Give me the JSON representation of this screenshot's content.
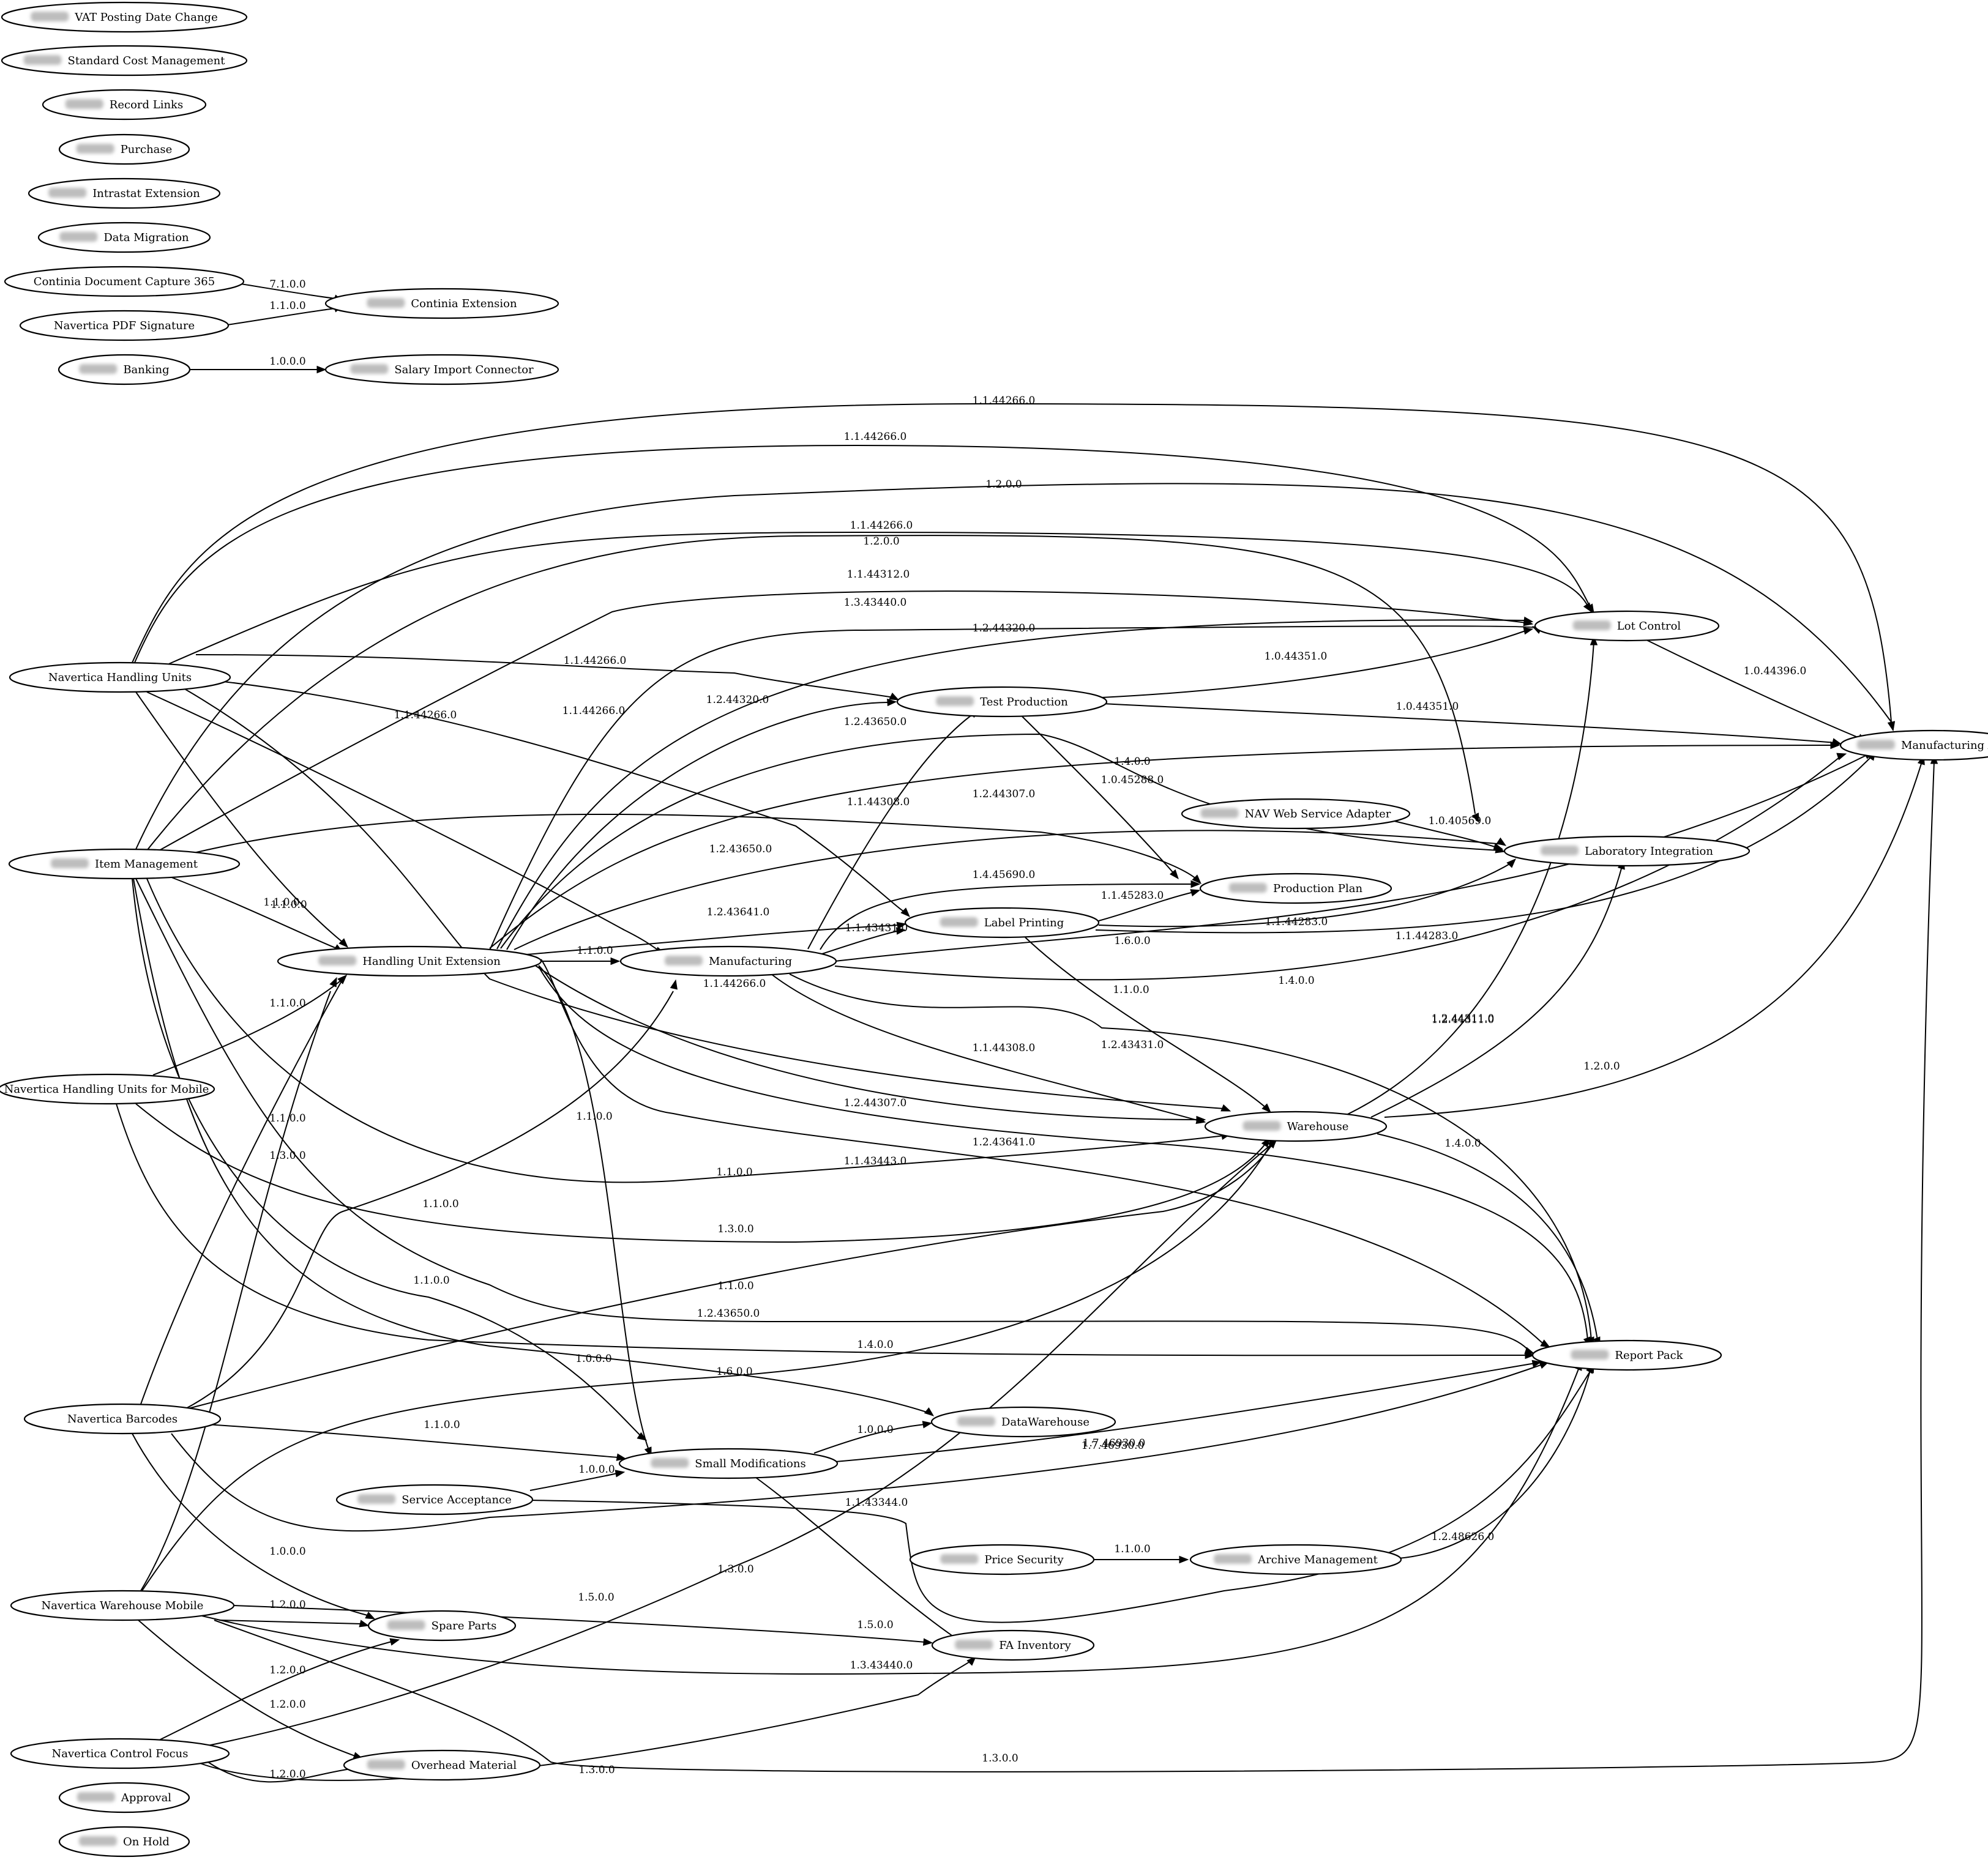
{
  "colors": {
    "background": "#ffffff",
    "stroke": "#000000",
    "redaction": "#bdbdbd"
  },
  "nodes": [
    {
      "id": "vat",
      "label": "VAT Posting Date Change",
      "redacted_prefix": true
    },
    {
      "id": "stdcost",
      "label": "Standard Cost Management",
      "redacted_prefix": true
    },
    {
      "id": "reclinks",
      "label": "Record Links",
      "redacted_prefix": true
    },
    {
      "id": "purchase",
      "label": "Purchase",
      "redacted_prefix": true
    },
    {
      "id": "intrastat",
      "label": "Intrastat Extension",
      "redacted_prefix": true
    },
    {
      "id": "datamig",
      "label": "Data Migration",
      "redacted_prefix": true
    },
    {
      "id": "continiadoc",
      "label": "Continia Document Capture 365",
      "redacted_prefix": false
    },
    {
      "id": "navpdf",
      "label": "Navertica PDF Signature",
      "redacted_prefix": false
    },
    {
      "id": "banking",
      "label": "Banking",
      "redacted_prefix": true
    },
    {
      "id": "continiaext",
      "label": "Continia Extension",
      "redacted_prefix": true
    },
    {
      "id": "salary",
      "label": "Salary Import Connector",
      "redacted_prefix": true
    },
    {
      "id": "nhu",
      "label": "Navertica Handling Units",
      "redacted_prefix": false
    },
    {
      "id": "itemmgmt",
      "label": "Item Management",
      "redacted_prefix": true
    },
    {
      "id": "nhumob",
      "label": "Navertica Handling Units for Mobile",
      "redacted_prefix": false
    },
    {
      "id": "nbarcodes",
      "label": "Navertica Barcodes",
      "redacted_prefix": false
    },
    {
      "id": "nwhmobile",
      "label": "Navertica Warehouse Mobile",
      "redacted_prefix": false
    },
    {
      "id": "ncontrol",
      "label": "Navertica Control Focus",
      "redacted_prefix": false
    },
    {
      "id": "approval",
      "label": "Approval",
      "redacted_prefix": true
    },
    {
      "id": "onhold",
      "label": "On Hold",
      "redacted_prefix": true
    },
    {
      "id": "hue",
      "label": "Handling Unit Extension",
      "redacted_prefix": true
    },
    {
      "id": "manuf",
      "label": "Manufacturing",
      "redacted_prefix": true
    },
    {
      "id": "servacc",
      "label": "Service Acceptance",
      "redacted_prefix": true
    },
    {
      "id": "smallmod",
      "label": "Small Modifications",
      "redacted_prefix": true
    },
    {
      "id": "spare",
      "label": "Spare Parts",
      "redacted_prefix": true
    },
    {
      "id": "overhead",
      "label": "Overhead Material",
      "redacted_prefix": true
    },
    {
      "id": "testprod",
      "label": "Test Production",
      "redacted_prefix": true
    },
    {
      "id": "labelprint",
      "label": "Label Printing",
      "redacted_prefix": true
    },
    {
      "id": "prodplan",
      "label": "Production Plan",
      "redacted_prefix": true
    },
    {
      "id": "navws",
      "label": "NAV Web Service Adapter",
      "redacted_prefix": true
    },
    {
      "id": "dwh",
      "label": "DataWarehouse",
      "redacted_prefix": true
    },
    {
      "id": "pricesec",
      "label": "Price Security",
      "redacted_prefix": true
    },
    {
      "id": "archive",
      "label": "Archive Management",
      "redacted_prefix": true
    },
    {
      "id": "fainv",
      "label": "FA Inventory",
      "redacted_prefix": true
    },
    {
      "id": "lot",
      "label": "Lot Control",
      "redacted_prefix": true
    },
    {
      "id": "lab",
      "label": "Laboratory Integration",
      "redacted_prefix": true
    },
    {
      "id": "warehouse",
      "label": "Warehouse",
      "redacted_prefix": true
    },
    {
      "id": "reportpack",
      "label": "Report Pack",
      "redacted_prefix": true
    },
    {
      "id": "manufapi",
      "label": "Manufacturing API",
      "redacted_prefix": true
    }
  ],
  "edges": [
    {
      "from": "continiadoc",
      "to": "continiaext",
      "label": "7.1.0.0"
    },
    {
      "from": "navpdf",
      "to": "continiaext",
      "label": "1.1.0.0"
    },
    {
      "from": "banking",
      "to": "salary",
      "label": "1.0.0.0"
    },
    {
      "from": "nhu",
      "to": "manufapi",
      "label": "1.1.44266.0"
    },
    {
      "from": "nhu",
      "to": "lot",
      "label": "1.1.44266.0"
    },
    {
      "from": "nhu",
      "to": "lot",
      "label": "1.1.44266.0"
    },
    {
      "from": "nhu",
      "to": "testprod",
      "label": "1.1.44266.0"
    },
    {
      "from": "nhu",
      "to": "labelprint",
      "label": "1.1.44266.0"
    },
    {
      "from": "nhu",
      "to": "manuf",
      "label": "1.1.44266.0"
    },
    {
      "from": "nhu",
      "to": "warehouse",
      "label": "1.1.44266.0"
    },
    {
      "from": "nhu",
      "to": "hue",
      "label": "1.1.0.0"
    },
    {
      "from": "itemmgmt",
      "to": "manufapi",
      "label": "1.2.0.0"
    },
    {
      "from": "itemmgmt",
      "to": "lab",
      "label": "1.2.0.0"
    },
    {
      "from": "itemmgmt",
      "to": "lot",
      "label": "1.1.44312.0"
    },
    {
      "from": "itemmgmt",
      "to": "prodplan",
      "label": "1.2.43650.0"
    },
    {
      "from": "itemmgmt",
      "to": "hue",
      "label": "1.1.0.0"
    },
    {
      "from": "itemmgmt",
      "to": "warehouse",
      "label": "1.1.0.0"
    },
    {
      "from": "itemmgmt",
      "to": "reportpack",
      "label": "1.2.43650.0"
    },
    {
      "from": "itemmgmt",
      "to": "dwh",
      "label": "1.0.0.0"
    },
    {
      "from": "itemmgmt",
      "to": "smallmod",
      "label": "1.1.0.0"
    },
    {
      "from": "nhumob",
      "to": "hue",
      "label": "1.1.0.0"
    },
    {
      "from": "nhumob",
      "to": "warehouse",
      "label": "1.3.0.0"
    },
    {
      "from": "nhumob",
      "to": "reportpack",
      "label": "1.4.0.0"
    },
    {
      "from": "nbarcodes",
      "to": "hue",
      "label": "1.3.0.0"
    },
    {
      "from": "nbarcodes",
      "to": "manuf",
      "label": "1.1.0.0"
    },
    {
      "from": "nbarcodes",
      "to": "warehouse",
      "label": "1.1.0.0"
    },
    {
      "from": "nbarcodes",
      "to": "smallmod",
      "label": "1.1.0.0"
    },
    {
      "from": "nbarcodes",
      "to": "spare",
      "label": "1.0.0.0"
    },
    {
      "from": "nbarcodes",
      "to": "reportpack",
      "label": "1.7.46930.0"
    },
    {
      "from": "nwhmobile",
      "to": "hue",
      "label": "1.1.0.0"
    },
    {
      "from": "nwhmobile",
      "to": "warehouse",
      "label": "1.6.0.0"
    },
    {
      "from": "nwhmobile",
      "to": "spare",
      "label": "1.2.0.0"
    },
    {
      "from": "nwhmobile",
      "to": "fainv",
      "label": "1.5.0.0"
    },
    {
      "from": "nwhmobile",
      "to": "reportpack",
      "label": "1.3.43440.0"
    },
    {
      "from": "nwhmobile",
      "to": "overhead",
      "label": "1.2.0.0"
    },
    {
      "from": "nwhmobile",
      "to": "manufapi",
      "label": "1.3.0.0"
    },
    {
      "from": "ncontrol",
      "to": "spare",
      "label": "1.2.0.0"
    },
    {
      "from": "ncontrol",
      "to": "overhead",
      "label": "1.2.0.0"
    },
    {
      "from": "ncontrol",
      "to": "warehouse",
      "label": "1.3.0.0"
    },
    {
      "from": "ncontrol",
      "to": "fainv",
      "label": "1.3.0.0"
    },
    {
      "from": "hue",
      "to": "manuf",
      "label": "1.1.0.0"
    },
    {
      "from": "hue",
      "to": "labelprint",
      "label": "1.2.43641.0"
    },
    {
      "from": "hue",
      "to": "lot",
      "label": "1.3.43440.0"
    },
    {
      "from": "hue",
      "to": "lot",
      "label": "1.2.44320.0"
    },
    {
      "from": "hue",
      "to": "testprod",
      "label": "1.2.44320.0"
    },
    {
      "from": "hue",
      "to": "lab",
      "label": "1.2.43650.0"
    },
    {
      "from": "hue",
      "to": "manufapi",
      "label": "1.4.0.0"
    },
    {
      "from": "hue",
      "to": "lab",
      "label": "1.2.44307.0"
    },
    {
      "from": "hue",
      "to": "warehouse",
      "label": "1.2.44307.0"
    },
    {
      "from": "hue",
      "to": "reportpack",
      "label": "1.2.43641.0"
    },
    {
      "from": "hue",
      "to": "smallmod",
      "label": "1.1.0.0"
    },
    {
      "from": "hue",
      "to": "reportpack",
      "label": "1.1.43443.0"
    },
    {
      "from": "manuf",
      "to": "testprod",
      "label": "1.1.44308.0"
    },
    {
      "from": "manuf",
      "to": "labelprint",
      "label": "1.1.43431.0"
    },
    {
      "from": "manuf",
      "to": "prodplan",
      "label": "1.4.45690.0"
    },
    {
      "from": "manuf",
      "to": "manufapi",
      "label": "1.6.0.0"
    },
    {
      "from": "manuf",
      "to": "manufapi",
      "label": "1.4.0.0"
    },
    {
      "from": "manuf",
      "to": "warehouse",
      "label": "1.1.44308.0"
    },
    {
      "from": "manuf",
      "to": "reportpack",
      "label": "1.2.43431.0"
    },
    {
      "from": "testprod",
      "to": "lot",
      "label": "1.0.44351.0"
    },
    {
      "from": "testprod",
      "to": "manufapi",
      "label": "1.0.44351.0"
    },
    {
      "from": "testprod",
      "to": "lab",
      "label": "1.0.45288.0"
    },
    {
      "from": "labelprint",
      "to": "prodplan",
      "label": "1.1.45283.0"
    },
    {
      "from": "labelprint",
      "to": "lab",
      "label": "1.1.44283.0"
    },
    {
      "from": "labelprint",
      "to": "manufapi",
      "label": "1.1.44283.0"
    },
    {
      "from": "labelprint",
      "to": "warehouse",
      "label": "1.1.0.0"
    },
    {
      "from": "navws",
      "to": "lab",
      "label": "1.0.40569.0"
    },
    {
      "from": "lot",
      "to": "manufapi",
      "label": "1.0.44396.0"
    },
    {
      "from": "warehouse",
      "to": "lot",
      "label": "1.2.44311.0"
    },
    {
      "from": "warehouse",
      "to": "lab",
      "label": "1.2.44311.0"
    },
    {
      "from": "warehouse",
      "to": "manufapi",
      "label": "1.2.0.0"
    },
    {
      "from": "warehouse",
      "to": "reportpack",
      "label": "1.4.0.0"
    },
    {
      "from": "smallmod",
      "to": "dwh",
      "label": "1.0.0.0"
    },
    {
      "from": "smallmod",
      "to": "reportpack",
      "label": "1.7.46930.0"
    },
    {
      "from": "smallmod",
      "to": "fainv",
      "label": "1.5.0.0"
    },
    {
      "from": "servacc",
      "to": "smallmod",
      "label": "1.0.0.0"
    },
    {
      "from": "servacc",
      "to": "reportpack",
      "label": "1.1.43344.0"
    },
    {
      "from": "pricesec",
      "to": "archive",
      "label": "1.1.0.0"
    },
    {
      "from": "archive",
      "to": "reportpack",
      "label": "1.2.48626.0"
    }
  ]
}
